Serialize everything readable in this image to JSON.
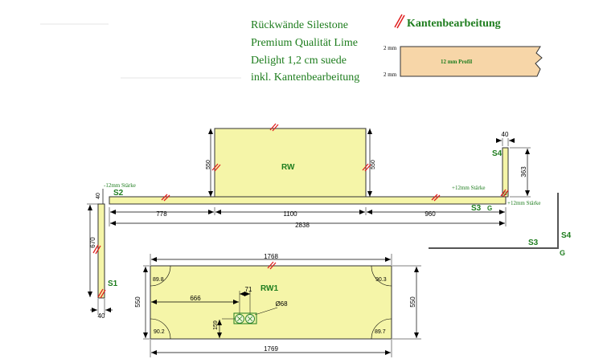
{
  "description": {
    "lines": [
      "Rückwände Silestone",
      "Premium Qualität Lime",
      "Delight 1,2 cm suede",
      "inkl. Kantenbearbeitung"
    ]
  },
  "edge_legend": {
    "title": "Kantenbearbeitung",
    "profile_label": "12 mm Profil",
    "top_dim": "2 mm",
    "bottom_dim": "2 mm"
  },
  "panels": {
    "rw": "RW",
    "rw1": "RW1",
    "s1": "S1",
    "s2": "S2",
    "s3": "S3",
    "s4": "S4",
    "g": "G",
    "corner_s3": "S3",
    "corner_s4": "S4",
    "corner_g": "G"
  },
  "notes": {
    "minus12_left": "-12mm Stärke",
    "plus12_right": "+12mm Stärke",
    "plus12_s4": "+12mm Stärke"
  },
  "dimensions": {
    "s2_height": "40",
    "rw_left_height": "550",
    "rw_right_height": "550",
    "seg_left": "778",
    "seg_mid": "1100",
    "seg_right": "960",
    "total": "2838",
    "s1_length": "670",
    "s1_width": "40",
    "s4_width": "40",
    "s4_length": "363",
    "rw1_top": "1768",
    "rw1_bottom": "1769",
    "rw1_left": "550",
    "rw1_right": "550",
    "cutout_offset": "666",
    "cutout_spacing": "71",
    "cutout_diameter": "Ø68",
    "cutout_height": "159"
  },
  "angles": {
    "top_left": "89.8",
    "top_right": "90.3",
    "bottom_left": "90.2",
    "bottom_right": "89.7"
  },
  "colors": {
    "panel_fill": "#f5f5a8",
    "profile_fill": "#f7d6a8",
    "label_green": "#1e7d1e",
    "edge_red": "#e02020"
  }
}
